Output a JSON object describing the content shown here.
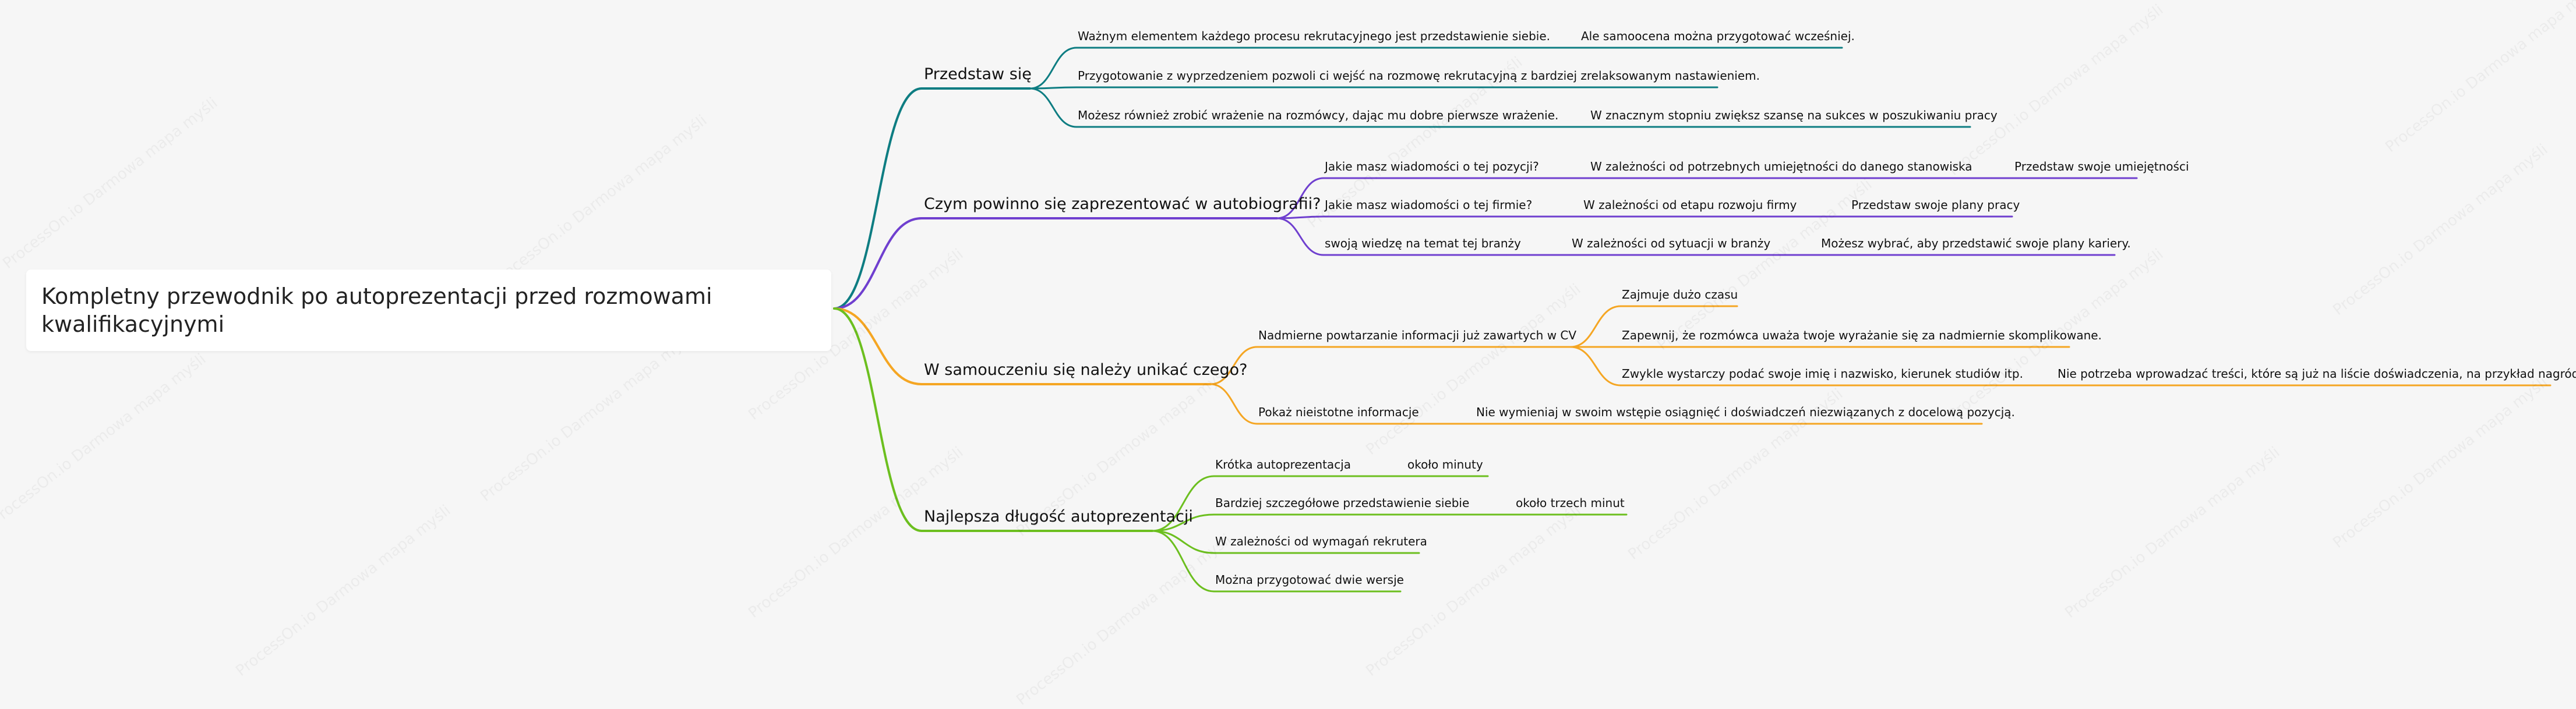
{
  "root": {
    "title": "Kompletny przewodnik po autoprezentacji przed rozmowami kwalifikacyjnymi"
  },
  "watermark": "ProcessOn.io Darmowa mapa myśli",
  "colors": {
    "teal": "#0e7d82",
    "purple": "#6f3fcf",
    "orange": "#f5a623",
    "green": "#6cbf1f"
  },
  "branches": [
    {
      "id": "b1",
      "label": "Przedstaw się",
      "color": "teal",
      "children": [
        {
          "label": "Ważnym elementem każdego procesu rekrutacyjnego jest przedstawienie siebie.",
          "children": [
            {
              "label": "Ale samoocena można przygotować wcześniej."
            }
          ]
        },
        {
          "label": "Przygotowanie z wyprzedzeniem pozwoli ci wejść na rozmowę rekrutacyjną z bardziej zrelaksowanym nastawieniem."
        },
        {
          "label": "Możesz również zrobić wrażenie na rozmówcy, dając mu dobre pierwsze wrażenie.",
          "children": [
            {
              "label": "W znacznym stopniu zwiększ szansę na sukces w poszukiwaniu pracy"
            }
          ]
        }
      ]
    },
    {
      "id": "b2",
      "label": "Czym powinno się zaprezentować w autobiografii?",
      "color": "purple",
      "children": [
        {
          "label": "Jakie masz wiadomości o tej pozycji?",
          "children": [
            {
              "label": "W zależności od potrzebnych umiejętności do danego stanowiska",
              "children": [
                {
                  "label": "Przedstaw swoje umiejętności"
                }
              ]
            }
          ]
        },
        {
          "label": "Jakie masz wiadomości o tej firmie?",
          "children": [
            {
              "label": "W zależności od etapu rozwoju firmy",
              "children": [
                {
                  "label": "Przedstaw swoje plany pracy"
                }
              ]
            }
          ]
        },
        {
          "label": "swoją wiedzę na temat tej branży",
          "children": [
            {
              "label": "W zależności od sytuacji w branży",
              "children": [
                {
                  "label": "Możesz wybrać, aby przedstawić swoje plany kariery."
                }
              ]
            }
          ]
        }
      ]
    },
    {
      "id": "b3",
      "label": "W samouczeniu się należy unikać czego?",
      "color": "orange",
      "children": [
        {
          "label": "Nadmierne powtarzanie informacji już zawartych w CV",
          "children": [
            {
              "label": "Zajmuje dużo czasu"
            },
            {
              "label": "Zapewnij, że rozmówca uważa twoje wyrażanie się za nadmiernie skomplikowane."
            },
            {
              "label": "Zwykle wystarczy podać swoje imię i nazwisko, kierunek studiów itp.",
              "children": [
                {
                  "label": "Nie potrzeba wprowadzać treści, które są już na liście doświadczenia, na przykład nagród."
                }
              ]
            }
          ]
        },
        {
          "label": "Pokaż nieistotne informacje",
          "children": [
            {
              "label": "Nie wymieniaj w swoim wstępie osiągnięć i doświadczeń niezwiązanych z docelową pozycją."
            }
          ]
        }
      ]
    },
    {
      "id": "b4",
      "label": "Najlepsza długość autoprezentacji",
      "color": "green",
      "children": [
        {
          "label": "Krótka autoprezentacja",
          "children": [
            {
              "label": "około minuty"
            }
          ]
        },
        {
          "label": "Bardziej szczegółowe przedstawienie siebie",
          "children": [
            {
              "label": "około trzech minut"
            }
          ]
        },
        {
          "label": "W zależności od wymagań rekrutera"
        },
        {
          "label": "Można przygotować dwie wersje"
        }
      ]
    }
  ]
}
